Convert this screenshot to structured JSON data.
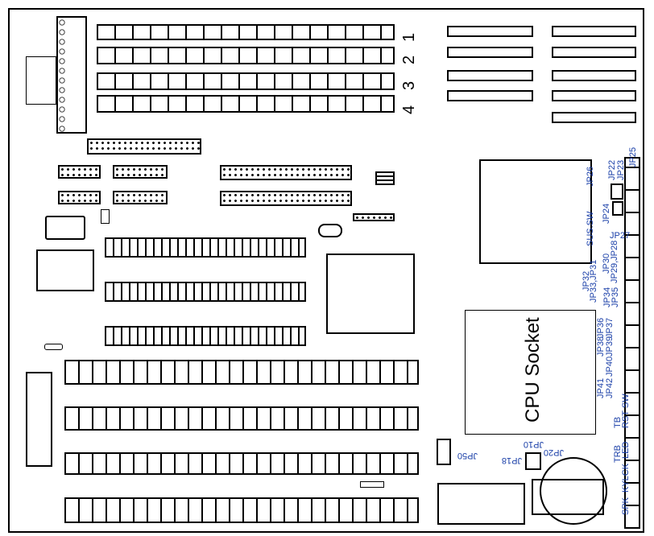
{
  "simm_numbers": [
    "1",
    "2",
    "3",
    "4"
  ],
  "cpu_socket_label": "CPU Socket",
  "jumper_labels": {
    "jp25": "JP25",
    "jp26": "JP26",
    "jp22": "JP22",
    "jp23": "JP23",
    "jp24": "JP24",
    "sus_sw": "SUS.SW",
    "jp27": "JP27",
    "jp30": "JP30",
    "jp29_28": "JP29,JP28",
    "jp32": "JP32",
    "jp33_31": "JP33,JP31",
    "jp34": "JP34",
    "jp35": "JP35",
    "jp36": "JP36",
    "jp37": "JP37",
    "jp38": "JP38",
    "jp39": "JP39",
    "jp40": "JP40",
    "jp41": "JP41",
    "jp42": "JP42",
    "tb": "TB",
    "rst_sw": "RST SW",
    "trb": "TRB",
    "led": "LED",
    "kylck": "KYLCK",
    "spk": "SPK",
    "jp50": "JP50",
    "jp10": "JP10",
    "jp18": "JP18",
    "jp20": "JP20"
  }
}
